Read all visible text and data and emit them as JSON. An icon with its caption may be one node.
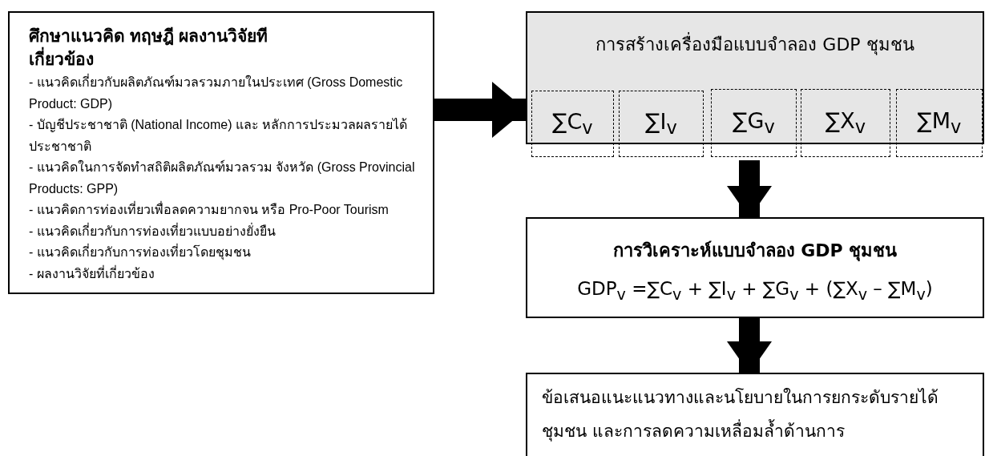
{
  "diagram": {
    "nodes": [
      {
        "text": [
          "ศึกษาแนวคิด ทฤษฎี ผลงานวิจัยที เกี่ยวข้อง",
          "- แนวคิดเกี่ยวกับผลิตภัณฑ์มวลรวมภายในประเทศ (Gross Domestic Product: GDP)",
          "- บัญชีประชาชาติ (National Income) และ หลักการประมวลผลรายได้ประชาชาติ",
          "- แนวคิดในการจัดทำสถิติผลิตภัณฑ์มวลรวม จังหวัด (Gross Provincial Products: GPP)",
          "- แนวคิดการท่องเที่ยวเพื่อลดความยากจน หรือ Pro-Poor Tourism",
          "- แนวคิดเกี่ยวกับการท่องเที่ยวแบบอย่างยั่งยืน",
          "- แนวคิดเกี่ยวกับการท่องเที่ยวโดยชุมชน",
          "- ผลงานวิจัยที่เกี่ยวข้อง"
        ]
      },
      {
        "text": [
          "การสร้างเครื่องมือแบบจำลอง GDP ชุมชน"
        ]
      },
      {
        "text": [
          "∑C$_{v}$"
        ]
      },
      {
        "text": [
          "∑I$_{v}$"
        ]
      },
      {
        "text": [
          "∑G$_{v}$"
        ]
      },
      {
        "text": [
          "∑X$_{v}$"
        ]
      },
      {
        "text": [
          "∑M$_{v}$"
        ]
      },
      {
        "text": [
          "การวิเคราะห์แบบจำลอง GDP ชุมชน",
          "GDP$_{v}$ =∑C$_{v}$ + ∑I$_{v}$ + ∑G$_{v}$ + (∑X$_{v}$ – ∑M$_{v}$)"
        ]
      },
      {
        "text": [
          "ข้อเสนอแนะแนวทางและนโยบายในการยกระดับรายได้ชุมชน และการลดความเหลื่อมล้ำด้านการ"
        ]
      }
    ],
    "edges": [
      {
        "from": 0,
        "to": 1,
        "arrow": "to"
      },
      {
        "from": 4,
        "to": 7,
        "arrow": "to"
      },
      {
        "from": 7,
        "to": 8,
        "arrow": "to"
      }
    ]
  }
}
